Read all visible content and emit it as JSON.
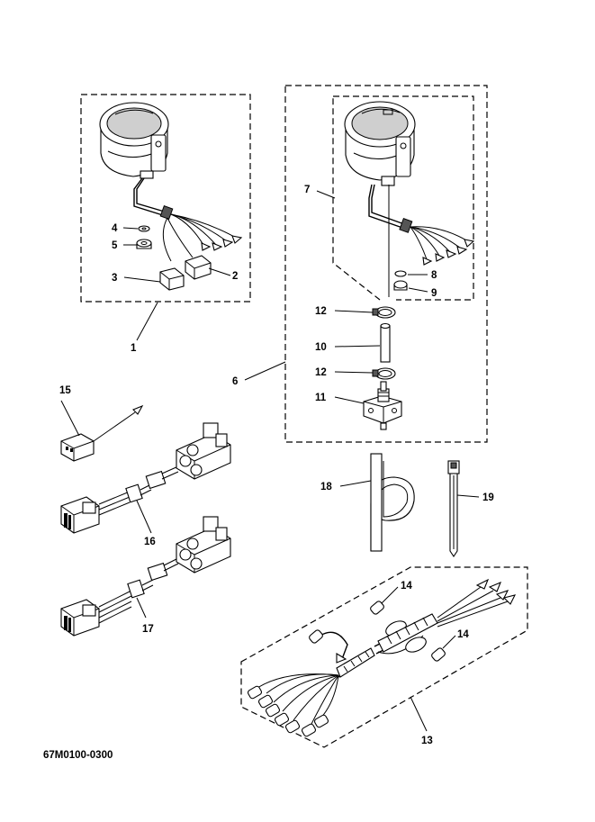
{
  "diagram": {
    "drawing_code": "67M0100-0300",
    "callouts": {
      "c1": "1",
      "c2": "2",
      "c3": "3",
      "c4": "4",
      "c5": "5",
      "c6": "6",
      "c7": "7",
      "c8": "8",
      "c9": "9",
      "c10": "10",
      "c11": "11",
      "c12a": "12",
      "c12b": "12",
      "c13": "13",
      "c14a": "14",
      "c14b": "14",
      "c15": "15",
      "c16": "16",
      "c17": "17",
      "c18": "18",
      "c19": "19"
    }
  }
}
